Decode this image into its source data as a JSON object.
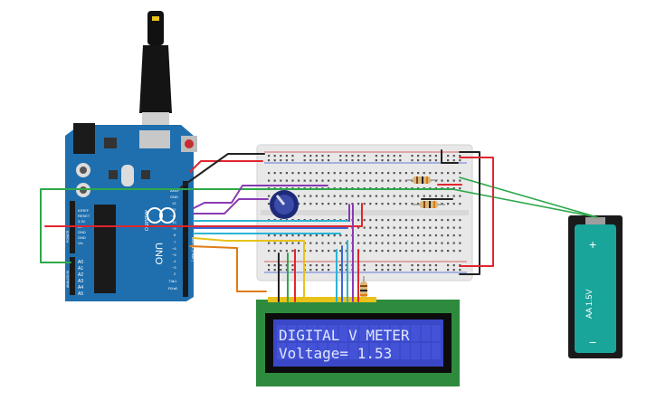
{
  "lcd": {
    "line1": "DIGITAL V METER",
    "line2": "Voltage= 1.53"
  },
  "arduino": {
    "brand": "UNO",
    "arduino_text": "ARDUINO",
    "power_pins": [
      "IOREF",
      "RESET",
      "3.3V",
      "5V",
      "GND",
      "GND",
      "Vin"
    ],
    "analog_pins": [
      "A0",
      "A1",
      "A2",
      "A3",
      "A4",
      "A5"
    ],
    "digital_pins": [
      "AREF",
      "GND",
      "13",
      "12",
      "~11",
      "~10",
      "~9",
      "8",
      "7",
      "~6",
      "~5",
      "4",
      "~3",
      "2",
      "TX▸1",
      "RX◂0"
    ],
    "power_label": "POWER",
    "analog_label": "ANALOG IN",
    "digital_label": "DIGITAL (PWM~)"
  },
  "battery": {
    "label": "AA 1.5V",
    "plus": "+",
    "minus": "−"
  },
  "colors": {
    "arduino_board": "#1f6fae",
    "breadboard": "#e8e8e8",
    "lcd_pcb": "#2e8b3e",
    "lcd_screen": "#3a48c8",
    "battery_body": "#1aa59a",
    "wire_red": "#e0262e",
    "wire_black": "#222222",
    "wire_green": "#2da84a",
    "wire_orange": "#e07a15",
    "wire_yellow": "#e8c21a",
    "wire_purple": "#8a3ab4",
    "wire_cyan": "#2ab3d6",
    "wire_blue": "#3a6ad6"
  },
  "icons": [
    "usb-cable-icon",
    "potentiometer-icon",
    "resistor-icon",
    "reset-button-icon"
  ]
}
